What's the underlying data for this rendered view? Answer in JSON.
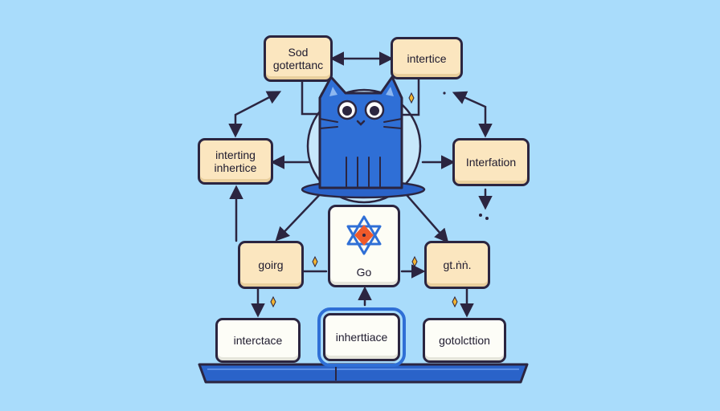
{
  "diagram": {
    "nodes": {
      "top_left": {
        "lines": [
          "Sod",
          "goterttanc"
        ]
      },
      "top_right": {
        "lines": [
          "intertice"
        ]
      },
      "mid_left": {
        "lines": [
          "interting",
          "inhertice"
        ]
      },
      "mid_right": {
        "lines": [
          "Interfation"
        ]
      },
      "low_left": {
        "lines": [
          "goirg"
        ]
      },
      "low_right": {
        "lines": [
          "gt.ṅṅ."
        ]
      },
      "bottom_left": {
        "lines": [
          "interctace"
        ]
      },
      "bottom_center": {
        "lines": [
          "inherttiace"
        ]
      },
      "bottom_right": {
        "lines": [
          "gotolcttion"
        ]
      },
      "go_card": {
        "lines": [
          "Go"
        ]
      }
    }
  },
  "colors": {
    "background": "#a9dcfb",
    "node_fill": "#fbe6bf",
    "node_border": "#2b2540",
    "mascot_blue": "#2f6fd6",
    "star_red": "#f05a2a",
    "accent_yellow": "#f2b431",
    "platform_blue": "#2a63c9"
  }
}
